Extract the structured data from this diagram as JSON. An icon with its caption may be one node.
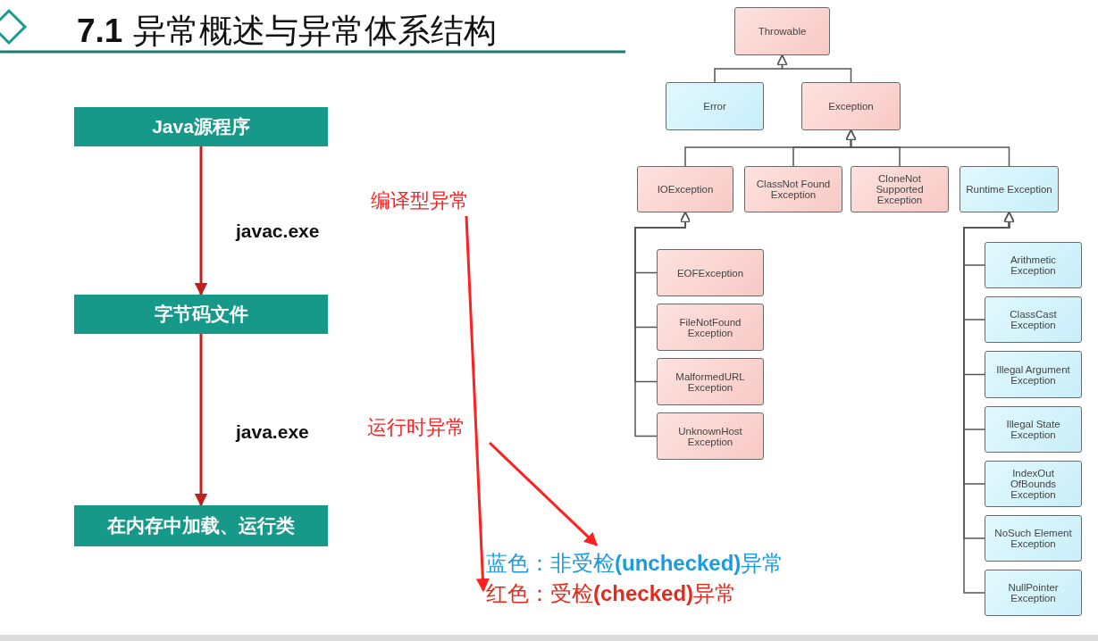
{
  "diagram": {
    "title": "**7.1** 异常概述与异常体系结构",
    "nodes": [
      {
        "text": [
          "Java源程序"
        ]
      },
      {
        "text": [
          "字节码文件"
        ]
      },
      {
        "text": [
          "在内存中加载、运行类"
        ]
      },
      {
        "text": [
          "Throwable"
        ]
      },
      {
        "text": [
          "Error"
        ]
      },
      {
        "text": [
          "Exception"
        ]
      },
      {
        "text": [
          "IOException"
        ]
      },
      {
        "text": [
          "ClassNot Found Exception"
        ]
      },
      {
        "text": [
          "CloneNot Supported Exception"
        ]
      },
      {
        "text": [
          "Runtime Exception"
        ]
      },
      {
        "text": [
          "EOFException"
        ]
      },
      {
        "text": [
          "FileNotFound Exception"
        ]
      },
      {
        "text": [
          "MalformedURL Exception"
        ]
      },
      {
        "text": [
          "UnknownHost Exception"
        ]
      },
      {
        "text": [
          "Arithmetic Exception"
        ]
      },
      {
        "text": [
          "ClassCast Exception"
        ]
      },
      {
        "text": [
          "Illegal Argument Exception"
        ]
      },
      {
        "text": [
          "Illegal State Exception"
        ]
      },
      {
        "text": [
          "IndexOut OfBounds Exception"
        ]
      },
      {
        "text": [
          "NoSuch Element Exception"
        ]
      },
      {
        "text": [
          "NullPointer Exception"
        ]
      },
      {
        "text": [
          "编译型异常"
        ]
      },
      {
        "text": [
          "运行时异常"
        ]
      },
      {
        "text": [
          "蓝色：非受检**(unchecked)**异常"
        ]
      },
      {
        "text": [
          "红色：受检**(checked)**异常"
        ]
      }
    ],
    "edges": [
      {
        "from": 0,
        "to": 1,
        "arrow": "to",
        "label": "javac.exe",
        "color": "#c0201e"
      },
      {
        "from": 1,
        "to": 2,
        "arrow": "to",
        "label": "java.exe",
        "color": "#c0201e"
      },
      {
        "from": 4,
        "to": 3,
        "arrow": "to"
      },
      {
        "from": 5,
        "to": 3,
        "arrow": "to"
      },
      {
        "from": 6,
        "to": 5,
        "arrow": "to"
      },
      {
        "from": 7,
        "to": 5,
        "arrow": "to"
      },
      {
        "from": 8,
        "to": 5,
        "arrow": "to"
      },
      {
        "from": 9,
        "to": 5,
        "arrow": "to"
      },
      {
        "from": 10,
        "to": 6,
        "arrow": "to"
      },
      {
        "from": 11,
        "to": 6,
        "arrow": "to"
      },
      {
        "from": 12,
        "to": 6,
        "arrow": "to"
      },
      {
        "from": 13,
        "to": 6,
        "arrow": "to"
      },
      {
        "from": 14,
        "to": 9,
        "arrow": "to"
      },
      {
        "from": 15,
        "to": 9,
        "arrow": "to"
      },
      {
        "from": 16,
        "to": 9,
        "arrow": "to"
      },
      {
        "from": 17,
        "to": 9,
        "arrow": "to"
      },
      {
        "from": 18,
        "to": 9,
        "arrow": "to"
      },
      {
        "from": 19,
        "to": 9,
        "arrow": "to"
      },
      {
        "from": 20,
        "to": 9,
        "arrow": "to"
      },
      {
        "from": 21,
        "to": 24,
        "arrow": "to",
        "color": "#ff2020"
      },
      {
        "from": 22,
        "to": 23,
        "arrow": "to",
        "color": "#ff2020"
      }
    ]
  }
}
